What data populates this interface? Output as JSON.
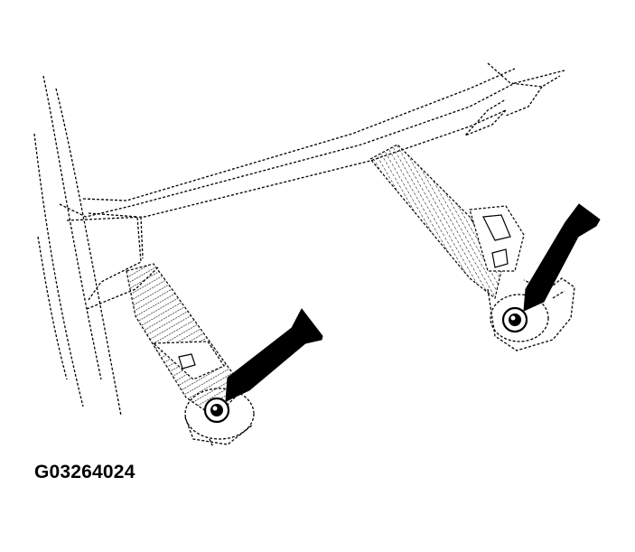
{
  "figure": {
    "code": "G03264024",
    "line_color": "#000000",
    "background": "#ffffff"
  },
  "callouts": [
    {
      "name": "left-bolt-arrow",
      "icon": "arrow-icon",
      "target": "left-mount-bolt"
    },
    {
      "name": "right-bolt-arrow",
      "icon": "arrow-icon",
      "target": "right-mount-bolt"
    }
  ]
}
